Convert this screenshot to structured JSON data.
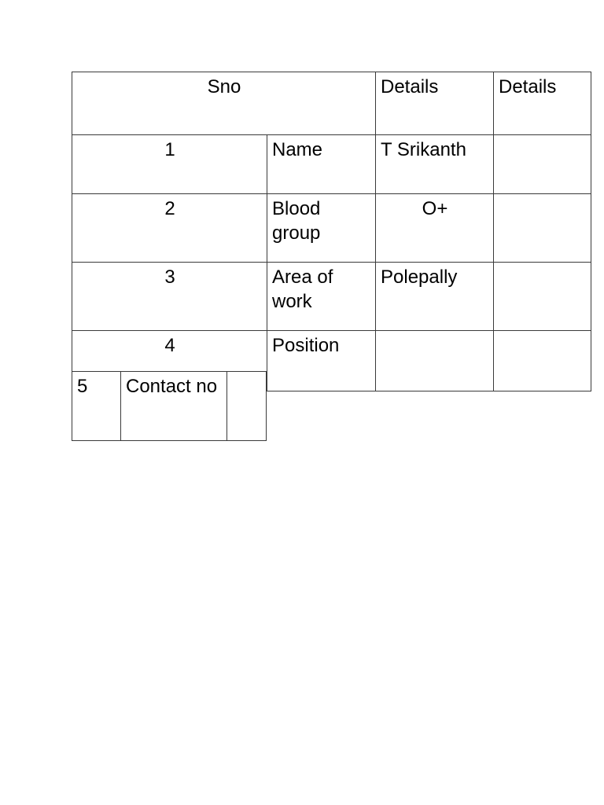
{
  "document": {
    "page_background": "#ffffff",
    "border_color": "#3a3a3a",
    "text_color": "#000000"
  },
  "table": {
    "header": {
      "sno": "Sno",
      "details": "Details",
      "details_extra": "Details"
    },
    "rows": [
      {
        "sno": "1",
        "label": "Name",
        "detail": "T Srikanth"
      },
      {
        "sno": "2",
        "label": "Blood group",
        "detail": "O+"
      },
      {
        "sno": "3",
        "label": "Area of work",
        "detail": "Polepally"
      },
      {
        "sno": "4",
        "label": "Position",
        "detail": ""
      }
    ],
    "row5": {
      "sno": "5",
      "label": "Contact no",
      "detail": ""
    }
  }
}
